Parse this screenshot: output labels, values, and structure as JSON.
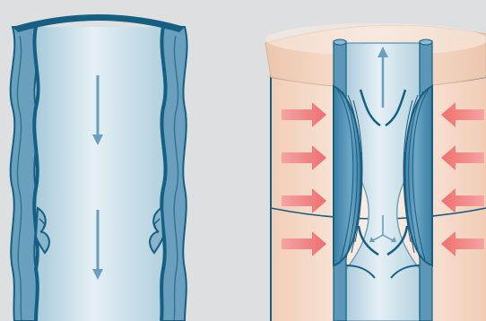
{
  "figure": {
    "panels": [
      {
        "id": "vein-section",
        "flow_direction": "down",
        "valves": "open"
      },
      {
        "id": "muscle-pump",
        "flow_direction": "up",
        "valves": "closed",
        "compression_arrows_per_side": 4
      }
    ]
  },
  "colors": {
    "background": "#dedfe1",
    "vessel_wall": "#6a9fbd",
    "vessel_wall_dark": "#155f82",
    "lumen": "#c4dde8",
    "lumen_light": "#e3eff5",
    "muscle": "#4d8fb3",
    "muscle_lines": "#1d5b7d",
    "tissue_rim": "#f3d9c6",
    "pressure_arrow": "#f07b7b",
    "flow_arrow": "#6a9fbd"
  },
  "icons": [
    "flow-arrow-icon",
    "pressure-arrow-icon"
  ]
}
